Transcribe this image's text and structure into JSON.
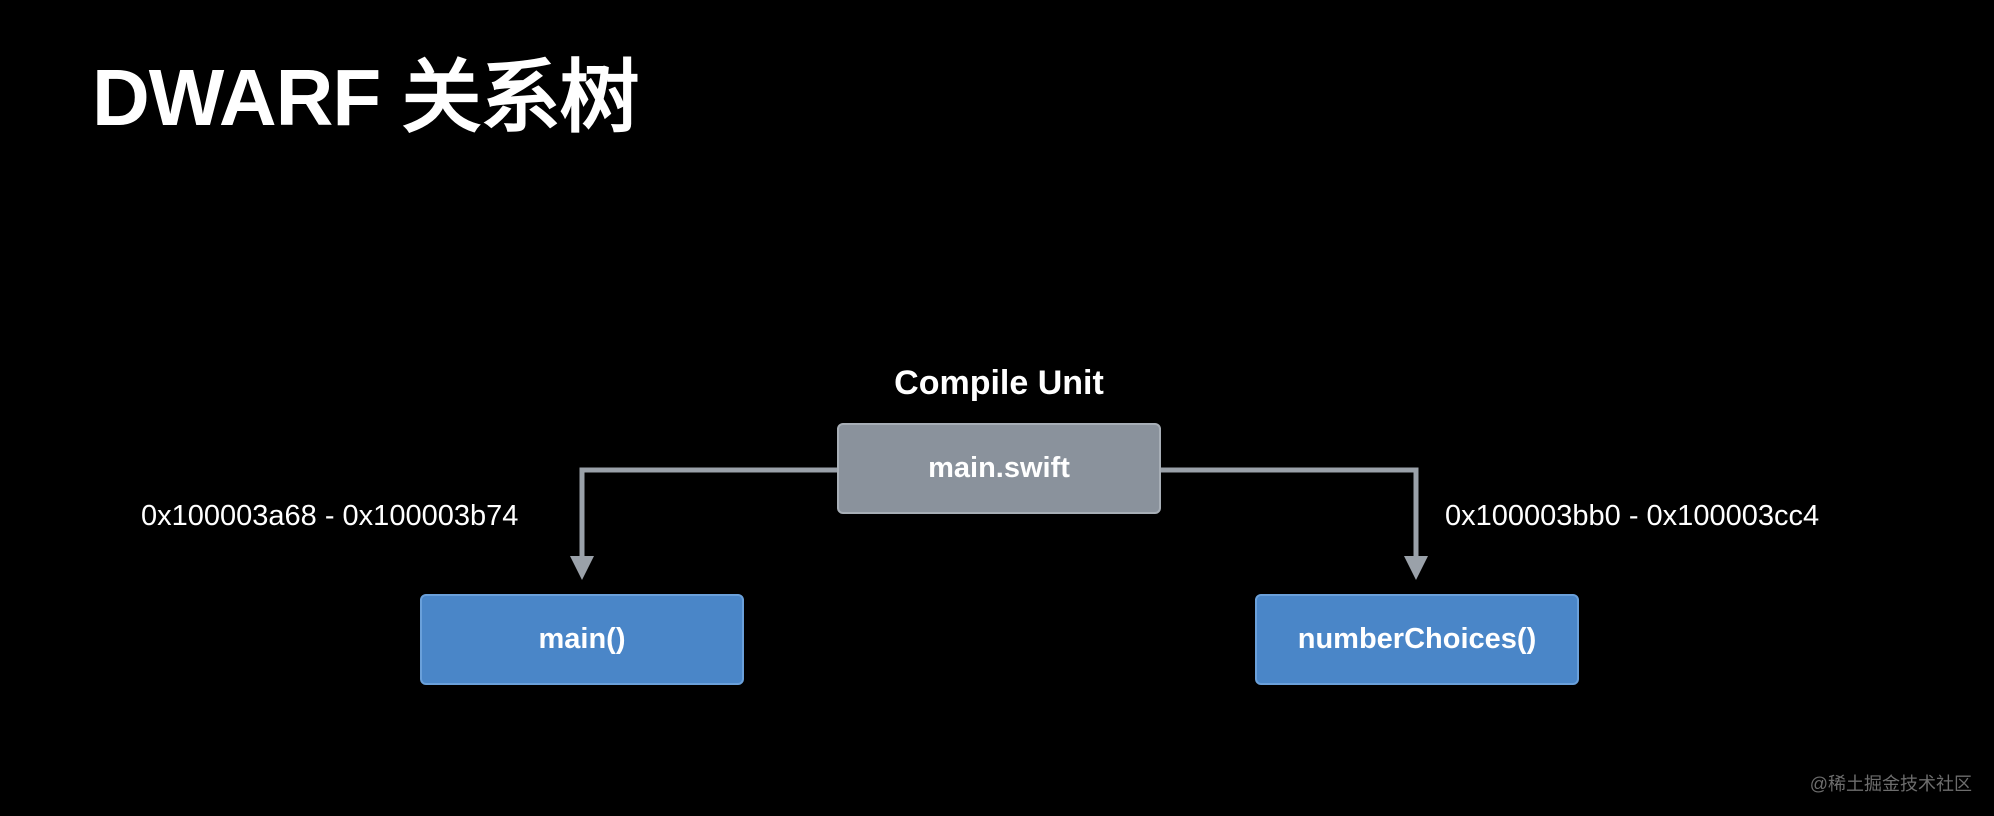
{
  "title": "DWARF 关系树",
  "diagram": {
    "root_caption": "Compile Unit",
    "root_node": "main.swift",
    "children": [
      {
        "name": "main()",
        "address_range": "0x100003a68 - 0x100003b74"
      },
      {
        "name": "numberChoices()",
        "address_range": "0x100003bb0 - 0x100003cc4"
      }
    ],
    "colors": {
      "background": "#000000",
      "root_fill": "#8a929c",
      "child_fill": "#4a86c8",
      "connector": "#9aa1a9"
    }
  },
  "watermark": "@稀土掘金技术社区"
}
